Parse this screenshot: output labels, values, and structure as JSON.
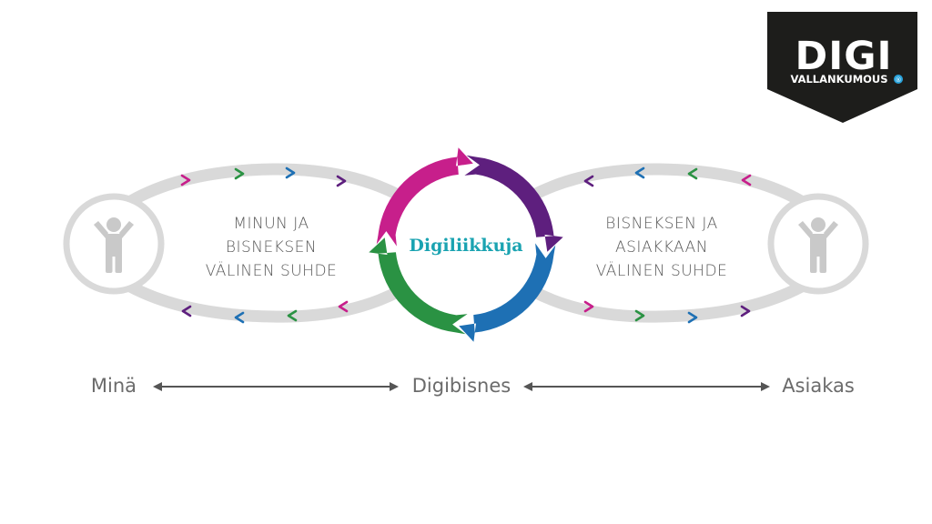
{
  "logo": {
    "title": "DIGI",
    "subtitle": "VALLANKUMOUS",
    "badge": "®",
    "background_color": "#1d1d1b"
  },
  "center": {
    "label": "Digiliikkuja",
    "label_color": "#1aa3b1",
    "segment_colors": [
      "#c71f8b",
      "#5e1f7e",
      "#1e70b4",
      "#2a9243"
    ]
  },
  "left_loop": {
    "text_lines": [
      "MINUN JA",
      "BISNEKSEN",
      "VÄLINEN SUHDE"
    ],
    "person_icon": "person-icon"
  },
  "right_loop": {
    "text_lines": [
      "BISNEKSEN JA",
      "ASIAKKAAN",
      "VÄLINEN SUHDE"
    ],
    "person_icon": "person-icon"
  },
  "chevron_colors": {
    "magenta": "#c71f8b",
    "green": "#2a9243",
    "blue": "#1e70b4",
    "purple": "#5e1f7e"
  },
  "loop_color": "#d9d9d9",
  "axis": {
    "left_label": "Minä",
    "center_label": "Digibisnes",
    "right_label": "Asiakas",
    "arrow_color": "#555555"
  }
}
